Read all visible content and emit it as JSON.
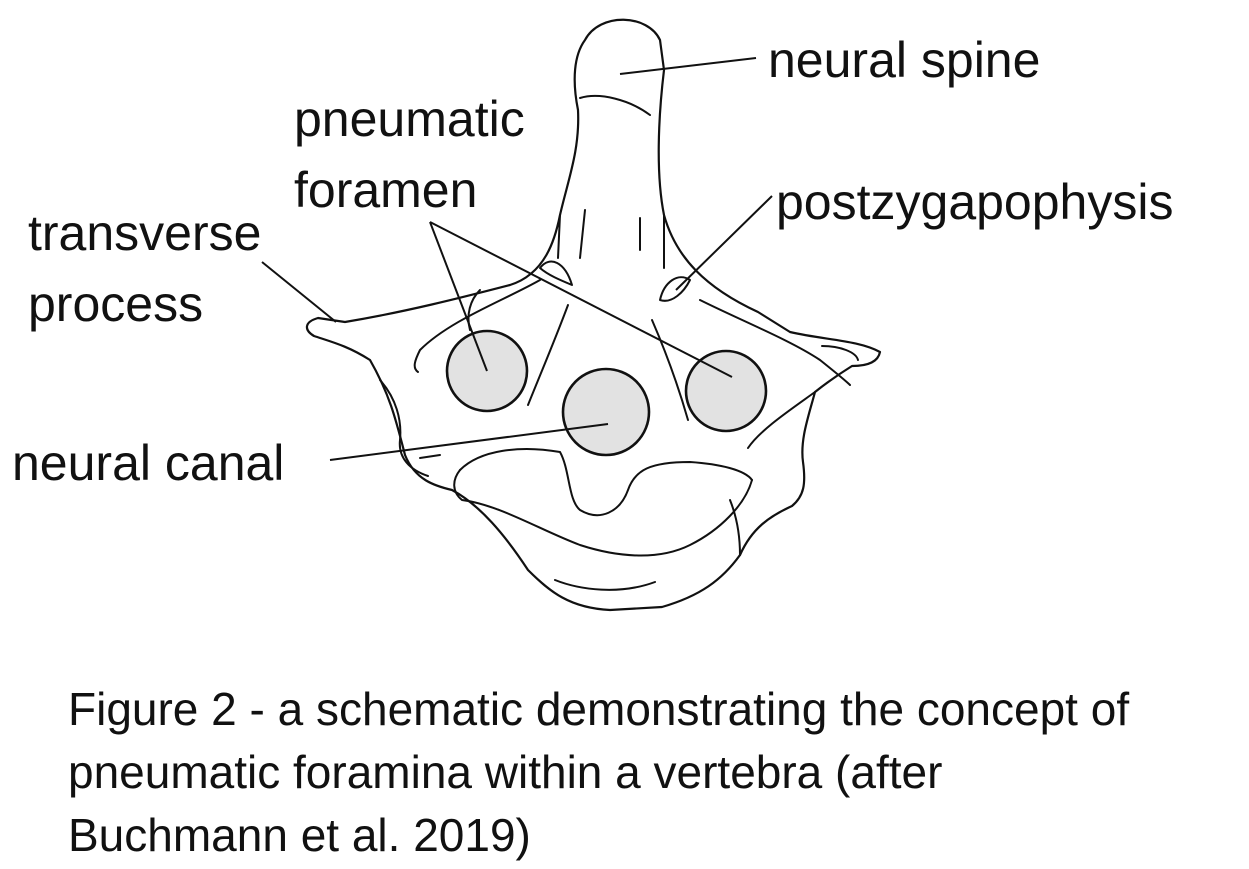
{
  "labels": {
    "neural_spine": "neural spine",
    "pneumatic_foramen_line1": "pneumatic",
    "pneumatic_foramen_line2": "foramen",
    "postzygapophysis": "postzygapophysis",
    "transverse_process_line1": "transverse",
    "transverse_process_line2": "process",
    "neural_canal": "neural canal"
  },
  "caption": {
    "line1": "Figure 2 - a schematic demonstrating the concept of",
    "line2": "pneumatic foramina within a vertebra (after",
    "line3": "Buchmann et al. 2019)"
  },
  "colors": {
    "outline": "#111111",
    "foramen_fill": "#e2e2e2",
    "background": "#ffffff"
  }
}
